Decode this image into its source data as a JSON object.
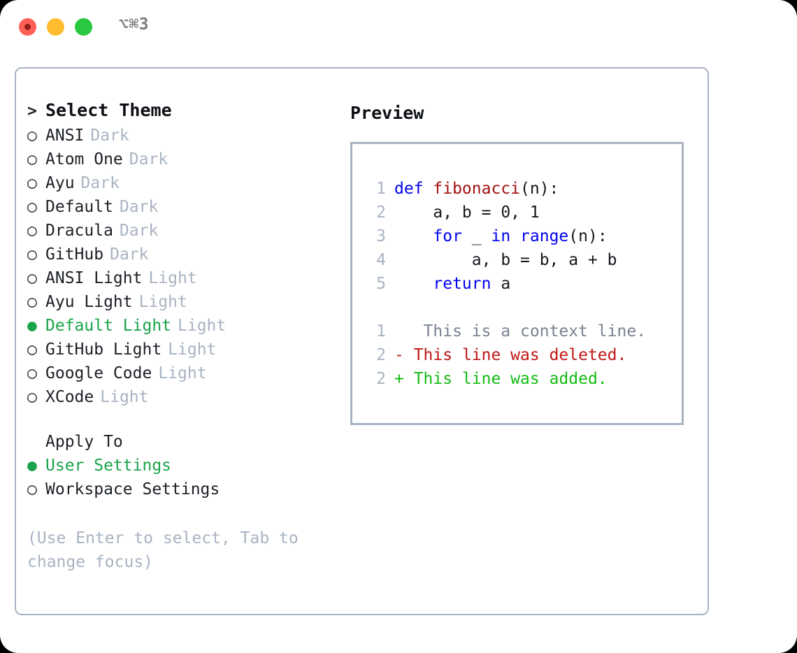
{
  "titlebar": {
    "shortcut": "⌥⌘3",
    "buttons": [
      {
        "name": "close",
        "color": "#ff5f57"
      },
      {
        "name": "minimize",
        "color": "#febc2e"
      },
      {
        "name": "maximize",
        "color": "#28c840"
      }
    ]
  },
  "colors": {
    "selected_green": "#1aa34a",
    "muted_gray": "#a9b3c2",
    "text": "#1c2026",
    "keyword_blue": "#0000ee",
    "function_red": "#a11111",
    "diff_deleted": "#c01616",
    "diff_added": "#12bb12",
    "border": "#a9b3c2"
  },
  "theme_list": {
    "header": {
      "marker": ">",
      "label": "Select Theme"
    },
    "items": [
      {
        "marker": "○",
        "name": "ANSI",
        "tag": "Dark",
        "selected": false
      },
      {
        "marker": "○",
        "name": "Atom One",
        "tag": "Dark",
        "selected": false
      },
      {
        "marker": "○",
        "name": "Ayu",
        "tag": "Dark",
        "selected": false
      },
      {
        "marker": "○",
        "name": "Default",
        "tag": "Dark",
        "selected": false
      },
      {
        "marker": "○",
        "name": "Dracula",
        "tag": "Dark",
        "selected": false
      },
      {
        "marker": "○",
        "name": "GitHub",
        "tag": "Dark",
        "selected": false
      },
      {
        "marker": "○",
        "name": "ANSI Light",
        "tag": "Light",
        "selected": false
      },
      {
        "marker": "○",
        "name": "Ayu Light",
        "tag": "Light",
        "selected": false
      },
      {
        "marker": "●",
        "name": "Default Light",
        "tag": "Light",
        "selected": true
      },
      {
        "marker": "○",
        "name": "GitHub Light",
        "tag": "Light",
        "selected": false
      },
      {
        "marker": "○",
        "name": "Google Code",
        "tag": "Light",
        "selected": false
      },
      {
        "marker": "○",
        "name": "XCode",
        "tag": "Light",
        "selected": false
      }
    ]
  },
  "apply_to": {
    "header": "Apply To",
    "items": [
      {
        "marker": "●",
        "name": "User Settings",
        "selected": true
      },
      {
        "marker": "○",
        "name": "Workspace Settings",
        "selected": false
      }
    ]
  },
  "hint": "(Use Enter to select, Tab to change focus)",
  "preview": {
    "title": "Preview",
    "code_lines": [
      {
        "num": "1",
        "segments": [
          {
            "t": "def ",
            "c": "kw"
          },
          {
            "t": "fibonacci",
            "c": "fn"
          },
          {
            "t": "(n):",
            "c": "plain"
          }
        ]
      },
      {
        "num": "2",
        "segments": [
          {
            "t": "    a, b = 0, 1",
            "c": "plain"
          }
        ]
      },
      {
        "num": "3",
        "segments": [
          {
            "t": "    ",
            "c": "plain"
          },
          {
            "t": "for",
            "c": "kw"
          },
          {
            "t": " _ ",
            "c": "plain"
          },
          {
            "t": "in",
            "c": "kw"
          },
          {
            "t": " ",
            "c": "plain"
          },
          {
            "t": "range",
            "c": "kw"
          },
          {
            "t": "(n):",
            "c": "plain"
          }
        ]
      },
      {
        "num": "4",
        "segments": [
          {
            "t": "        a, b = b, a + b",
            "c": "plain"
          }
        ]
      },
      {
        "num": "5",
        "segments": [
          {
            "t": "    ",
            "c": "plain"
          },
          {
            "t": "return",
            "c": "kw"
          },
          {
            "t": " a",
            "c": "plain"
          }
        ]
      }
    ],
    "diff_lines": [
      {
        "num": "1",
        "marker": " ",
        "text": "  This is a context line.",
        "kind": "ctx"
      },
      {
        "num": "2",
        "marker": "-",
        "text": " This line was deleted.",
        "kind": "del"
      },
      {
        "num": "2",
        "marker": "+",
        "text": " This line was added.",
        "kind": "add"
      }
    ]
  }
}
